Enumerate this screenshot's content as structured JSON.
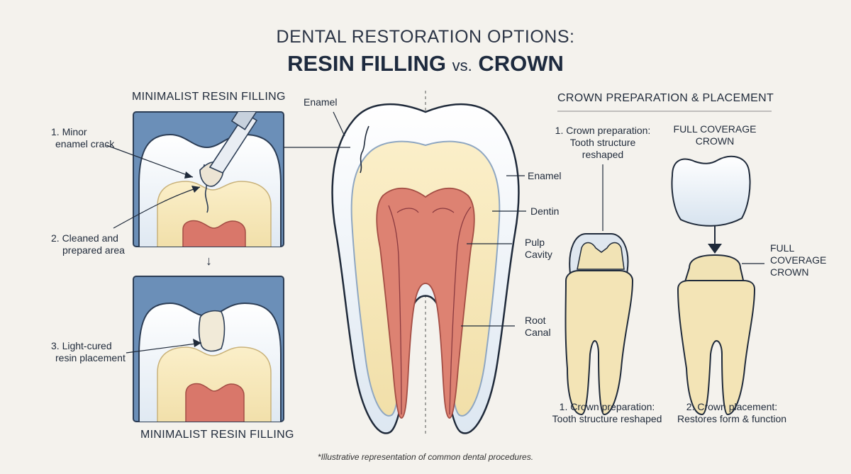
{
  "title": {
    "line1": "DENTAL RESTORATION OPTIONS:",
    "line2_main": "RESIN FILLING",
    "line2_vs": "vs.",
    "line2_end": "CROWN"
  },
  "left": {
    "heading_top": "MINIMALIST RESIN FILLING",
    "heading_bottom": "MINIMALIST RESIN FILLING",
    "step1_line1": "1. Minor",
    "step1_line2": "enamel crack",
    "step2_line1": "2. Cleaned and",
    "step2_line2": "prepared area",
    "step3_line1": "3. Light-cured",
    "step3_line2": "resin placement",
    "arrow_down": "↓"
  },
  "center": {
    "enamel_top": "Enamel",
    "enamel_right": "Enamel",
    "dentin": "Dentin",
    "pulp_line1": "Pulp",
    "pulp_line2": "Cavity",
    "root_line1": "Root",
    "root_line2": "Canal"
  },
  "right": {
    "heading": "CROWN PREPARATION & PLACEMENT",
    "prep_top_line1": "1. Crown preparation:",
    "prep_top_line2": "Tooth structure",
    "prep_top_line3": "reshaped",
    "fcc_top_line1": "FULL COVERAGE",
    "fcc_top_line2": "CROWN",
    "fcc_side_line1": "FULL",
    "fcc_side_line2": "COVERAGE",
    "fcc_side_line3": "CROWN",
    "prep_bottom_line1": "1. Crown preparation:",
    "prep_bottom_line2": "Tooth structure reshaped",
    "place_bottom_line1": "2. Crown placement:",
    "place_bottom_line2": "Restores form & function"
  },
  "footnote": "*Illustrative representation of common dental procedures.",
  "colors": {
    "background": "#f4f2ed",
    "panel_blue": "#5f86b1",
    "enamel": "#eef3f8",
    "dentin": "#f6e7b8",
    "pulp": "#d97a6e",
    "ink": "#1f2a3a"
  }
}
